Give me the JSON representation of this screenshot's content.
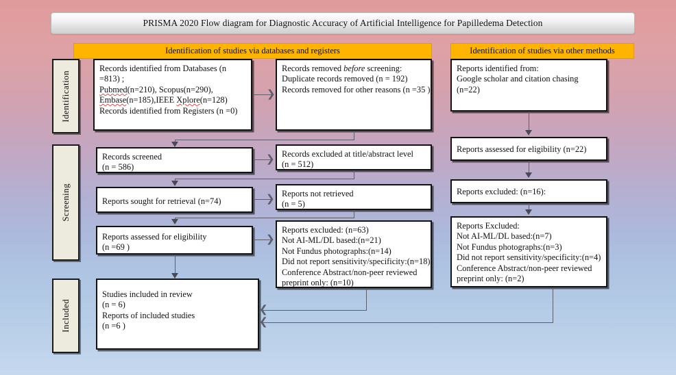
{
  "title": "PRISMA 2020 Flow diagram for Diagnostic Accuracy of Artificial Intelligence for Papilledema Detection",
  "headers": {
    "left": "Identification of studies via databases and registers",
    "right": "Identification of studies via other methods"
  },
  "stage_labels": {
    "identification": "Identification",
    "screening": "Screening",
    "included": "Included"
  },
  "boxes": {
    "databases": {
      "l1": "Records identified from Databases (n",
      "l2": "=813)  ;",
      "l3_a": "Pubmed",
      "l3_b": "(n=210), Scopus(n=290),",
      "l4_a": "Embase",
      "l4_b": "(n=185),IEEE ",
      "l4_c": "Xplore",
      "l4_d": "(n=128)",
      "l5": "Records identified from Registers (n =0)"
    },
    "removed_before": {
      "l1_a": "Records removed ",
      "l1_b": "before",
      "l1_c": " screening:",
      "l2": "Duplicate records removed  (n = 192)",
      "l3": "Records removed for other reasons (n =35 )"
    },
    "records_screened": {
      "l1": "Records screened",
      "l2": "(n = 586)"
    },
    "excluded_title_abstract": {
      "l1": "Records excluded at title/abstract level",
      "l2": "(n = 512)"
    },
    "sought_retrieval": {
      "l1": "Reports sought for retrieval (n=74)"
    },
    "not_retrieved": {
      "l1": "Reports not retrieved",
      "l2": "(n = 5)"
    },
    "assessed_eligibility": {
      "l1": "Reports assessed for eligibility",
      "l2": "(n =69 )"
    },
    "reports_excluded_63": {
      "l1": "Reports excluded: (n=63)",
      "l2": "Not AI-ML/DL based:(n=21)",
      "l3": "Not Fundus photographs:(n=14)",
      "l4": "Did not report sensitivity/specificity:(n=18)",
      "l5": "Conference Abstract/non-peer reviewed",
      "l6": "preprint only: (n=10)"
    },
    "studies_included": {
      "l1": "Studies included in review",
      "l2": "(n = 6)",
      "l3": "Reports of included studies",
      "l4": "(n =6 )"
    },
    "other_sources": {
      "l1": "Reports identified from:",
      "l2": "Google scholar and citation chasing",
      "l3": "(n=22)"
    },
    "assessed_eligibility_other": {
      "l1": "Reports assessed for eligibility (n=22)"
    },
    "excluded_other": {
      "l1": "Reports excluded: (n=16):"
    },
    "reports_excluded_big": {
      "l1": "Reports Excluded:",
      "l2": "Not AI-ML/DL based:(n=7)",
      "l3": "Not Fundus photographs:(n=3)",
      "l4": "Did not report sensitivity/specificity:(n=4)",
      "l5": "Conference Abstract/non-peer reviewed",
      "l6": "preprint only: (n=2)"
    }
  },
  "colors": {
    "header_orange": "#ffb400",
    "box_border": "#121212",
    "stage_label_bg": "#edeade",
    "connector": "#5d5d6b",
    "spellcheck_underline": "#e04a4a"
  }
}
